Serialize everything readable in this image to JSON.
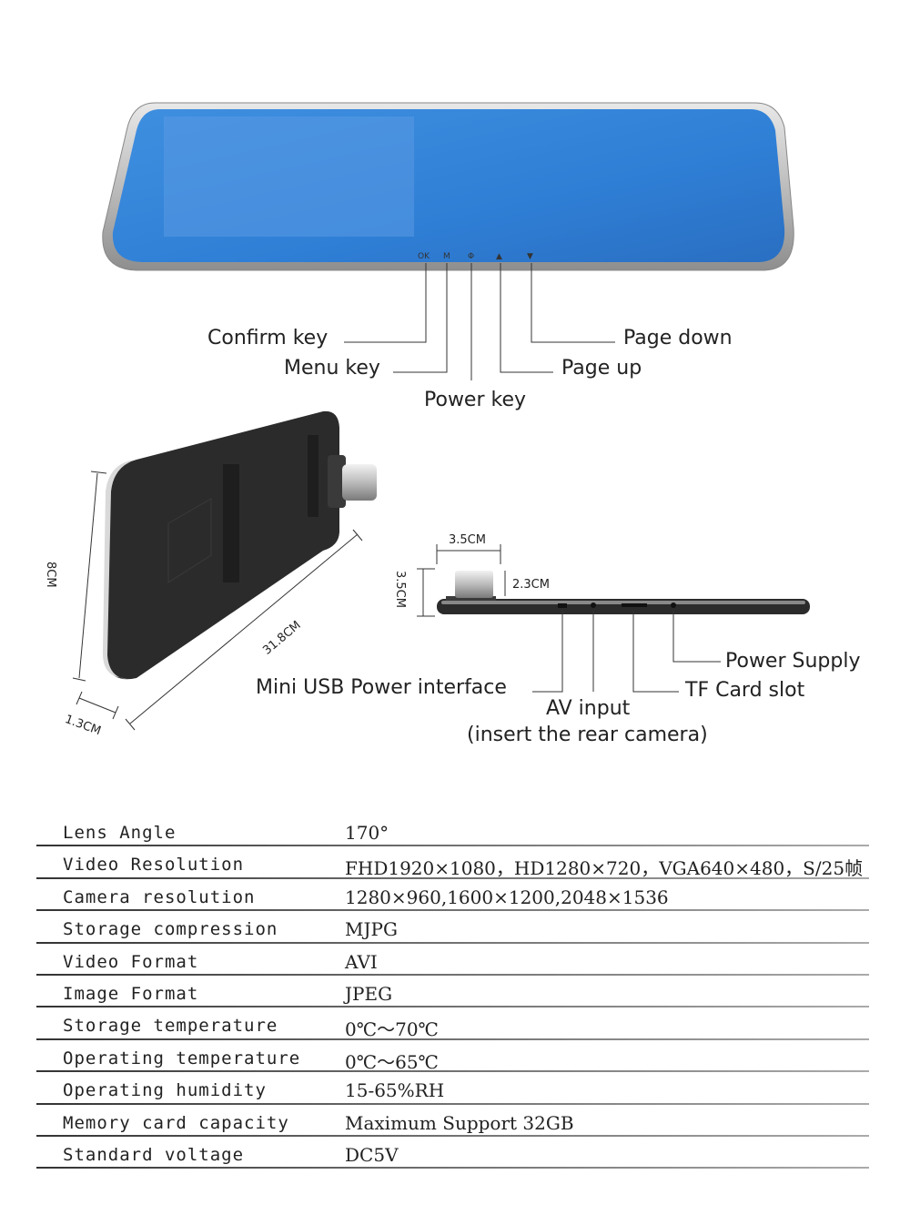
{
  "front_view": {
    "buttons": {
      "ok": "OK",
      "menu": "M",
      "power": "Φ",
      "up": "▲",
      "down": "▼"
    },
    "callouts": {
      "confirm_key": "Confirm key",
      "menu_key": "Menu key",
      "power_key": "Power key",
      "page_up": "Page up",
      "page_down": "Page down"
    }
  },
  "side_view": {
    "dimensions": {
      "height": "8CM",
      "length": "31.8CM",
      "depth": "1.3CM"
    }
  },
  "bottom_view": {
    "dimensions": {
      "lens_width": "3.5CM",
      "lens_height": "3.5CM",
      "lens_depth": "2.3CM"
    },
    "callouts": {
      "power_supply": "Power Supply",
      "tf_card_slot": "TF Card slot",
      "mini_usb": "Mini USB Power interface",
      "av_input": "AV input",
      "av_input_note": "(insert the rear camera)"
    }
  },
  "colors": {
    "screen_blue": "#2f7fd6",
    "frame_silver": "#c9c9c9",
    "body_dark": "#2b2b2b"
  },
  "specs": [
    {
      "label": "Lens Angle",
      "value": "170°"
    },
    {
      "label": "Video Resolution",
      "value": "FHD1920×1080，HD1280×720，VGA640×480，S/25帧"
    },
    {
      "label": "Camera resolution",
      "value": "1280×960,1600×1200,2048×1536"
    },
    {
      "label": "Storage compression",
      "value": "MJPG"
    },
    {
      "label": "Video Format",
      "value": "AVI"
    },
    {
      "label": "Image Format",
      "value": "JPEG"
    },
    {
      "label": "Storage temperature",
      "value": "0℃～70℃"
    },
    {
      "label": "Operating temperature",
      "value": "0℃～65℃"
    },
    {
      "label": "Operating humidity",
      "value": "15-65%RH"
    },
    {
      "label": "Memory card capacity",
      "value": "Maximum Support 32GB"
    },
    {
      "label": "Standard voltage",
      "value": "DC5V"
    }
  ]
}
